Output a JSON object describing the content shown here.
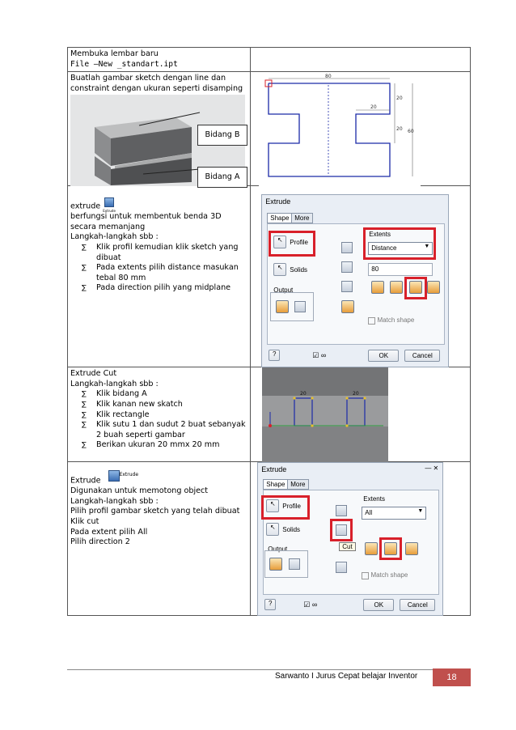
{
  "rows": [
    {
      "line1": "Membuka lembar baru",
      "line2": "File –New _standart.ipt"
    },
    {
      "text": "Buatlah gambar sketch dengan line dan constraint dengan ukuran seperti disamping",
      "label_b": "Bidang B",
      "label_a": "Bidang A",
      "dims": {
        "top": "80",
        "mid": "20",
        "right1": "20",
        "right2": "20",
        "right3": "60"
      }
    },
    {
      "title": "extrude",
      "icon_label": "Extrude",
      "desc": "berfungsi untuk membentuk benda 3D secara memanjang",
      "steps_title": "Langkah-langkah sbb :",
      "steps": [
        "Klik profil kemudian klik sketch yang dibuat",
        "Pada extents pilih distance masukan tebal 80 mm",
        "Pada direction pilih yang midplane"
      ]
    },
    {
      "title": "Extrude Cut",
      "steps_title": "Langkah-langkah sbb :",
      "steps": [
        "Klik bidang A",
        "Klik kanan new skatch",
        "Klik rectangle",
        "Klik sutu 1 dan sudut 2 buat sebanyak 2 buah seperti gambar",
        "Berikan ukuran 20 mmx 20 mm"
      ],
      "dim1": "20",
      "dim2": "20"
    },
    {
      "title": "Extrude",
      "icon_label": "Extrude",
      "lines": [
        "Digunakan untuk memotong object",
        "Langkah-langkah sbb :",
        "Pilih profil gambar sketch yang telah dibuat",
        "Klik cut",
        "Pada extent pilih All",
        "Pilih direction 2"
      ]
    }
  ],
  "dialog1": {
    "title": "Extrude",
    "tab_shape": "Shape",
    "tab_more": "More",
    "profile": "Profile",
    "solids": "Solids",
    "output": "Output",
    "extents": "Extents",
    "extent_value": "Distance",
    "distance": "80",
    "match_shape": "Match shape",
    "ok": "OK",
    "cancel": "Cancel",
    "help": "?"
  },
  "dialog2": {
    "title": "Extrude",
    "tab_shape": "Shape",
    "tab_more": "More",
    "profile": "Profile",
    "solids": "Solids",
    "output": "Output",
    "extents": "Extents",
    "extent_value": "All",
    "cut_tip": "Cut",
    "match_shape": "Match shape",
    "ok": "OK",
    "cancel": "Cancel",
    "help": "?"
  },
  "footer": {
    "text": "Sarwanto I Jurus Cepat belajar Inventor",
    "page": "18"
  },
  "colors": {
    "red": "#d8202a",
    "footer_box": "#c0504d",
    "sketch_line": "#1b2aa8"
  }
}
